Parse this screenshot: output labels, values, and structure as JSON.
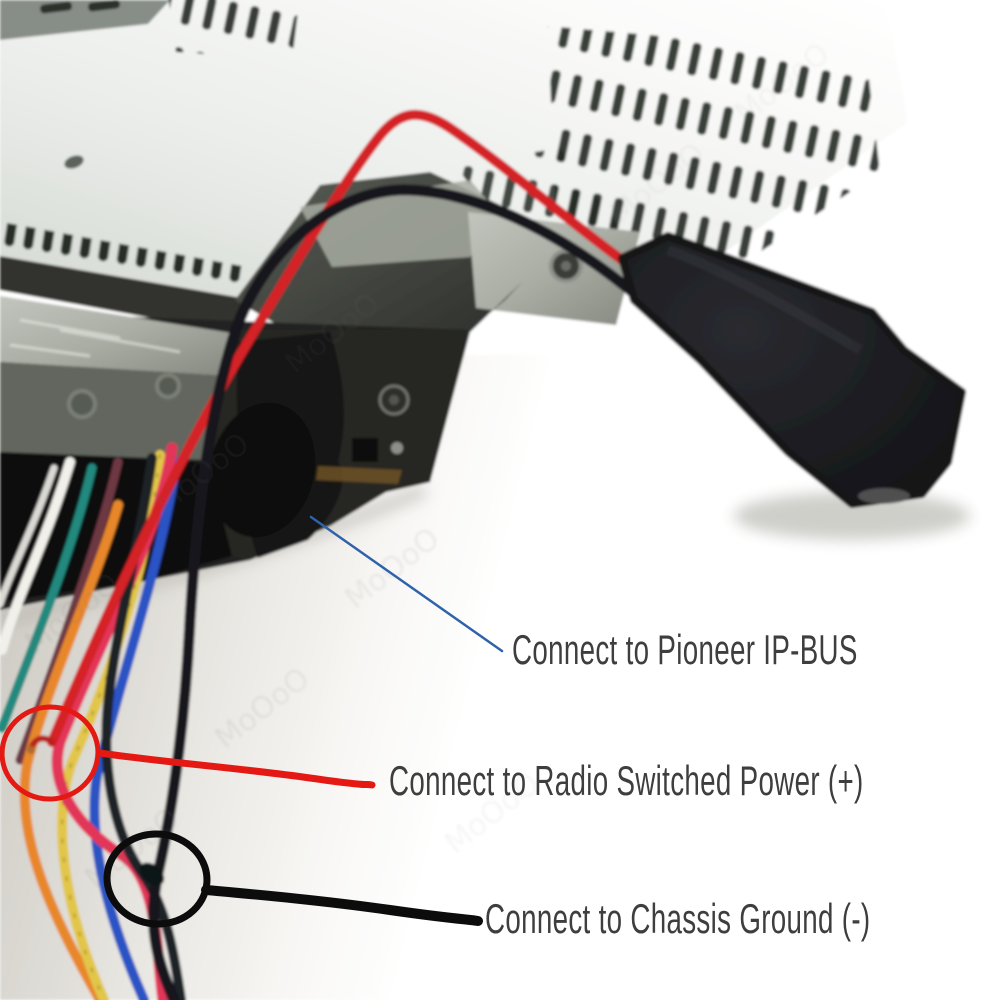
{
  "annotations": {
    "text_color": "#3e3e3e",
    "ipbus": {
      "label": "Connect to Pioneer IP-BUS",
      "line_color": "#2e62aa"
    },
    "power": {
      "label": "Connect to Radio Switched Power (+)",
      "color": "#e51913"
    },
    "ground": {
      "label": "Connect to Chassis Ground (-)",
      "color": "#0c0c0c"
    }
  },
  "watermark": {
    "text": "MoOoO",
    "color": "#6f6f6f"
  },
  "photo": {
    "wire_colors": {
      "adapter_red": "#d42026",
      "adapter_black": "#15181f",
      "harness_crimson": "#e23558",
      "harness_yellow": "#e2c64a",
      "harness_blue": "#2b52c4",
      "harness_orange": "#e8872c",
      "harness_teal": "#23897e",
      "harness_white": "#f1f0ea",
      "harness_maroon": "#6d3742",
      "harness_navy": "#1c2028"
    },
    "part_colors": {
      "lid_gray": "#dfe3df",
      "chassis": "#232321",
      "bracket": "#b3b6ae",
      "plug_black": "#17181b"
    }
  }
}
